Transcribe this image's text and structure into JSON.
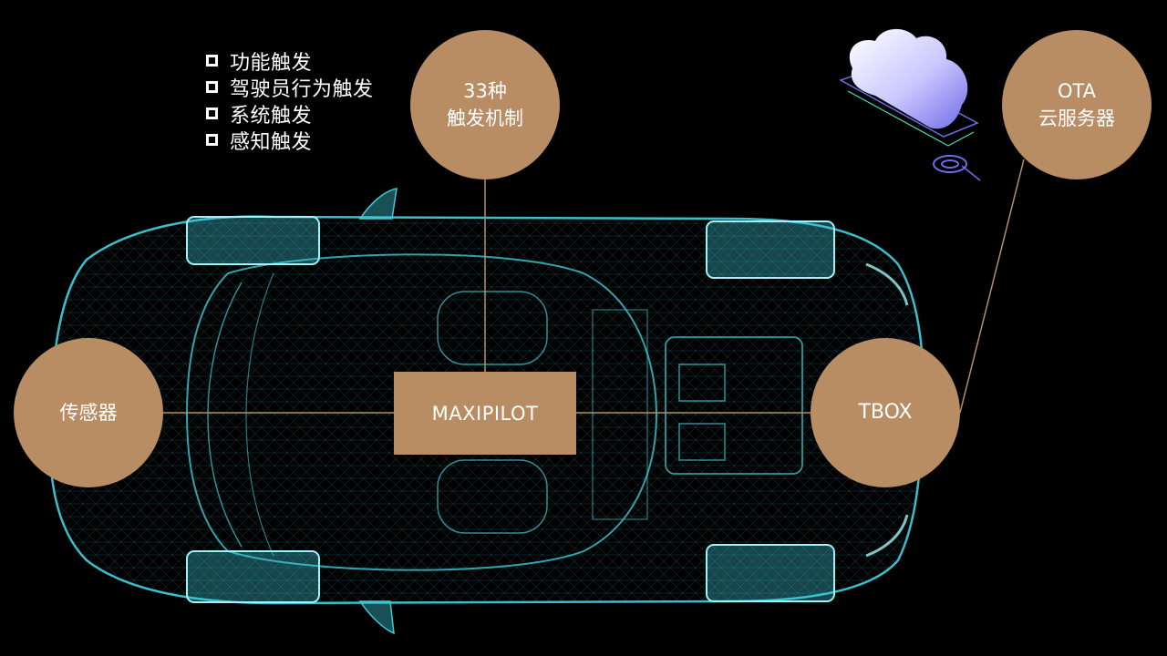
{
  "trigger_types": [
    {
      "label": "功能触发"
    },
    {
      "label": "驾驶员行为触发"
    },
    {
      "label": "系统触发"
    },
    {
      "label": "感知触发"
    }
  ],
  "nodes": {
    "sensor": {
      "label": "传感器"
    },
    "trigger_mechanism": {
      "line1": "33种",
      "line2": "触发机制"
    },
    "maxipilot": {
      "label": "MAXIPILOT"
    },
    "tbox": {
      "label": "TBOX"
    },
    "ota": {
      "line1": "OTA",
      "line2": "云服务器"
    }
  },
  "colors": {
    "node_fill": "#b98d64",
    "connector": "#b98d64",
    "wireframe": "#3ec9d6",
    "background": "#000000",
    "cloud": "#8a86f0"
  },
  "icons": {
    "vehicle": "car-wireframe-icon",
    "cloud": "cloud-server-icon"
  }
}
